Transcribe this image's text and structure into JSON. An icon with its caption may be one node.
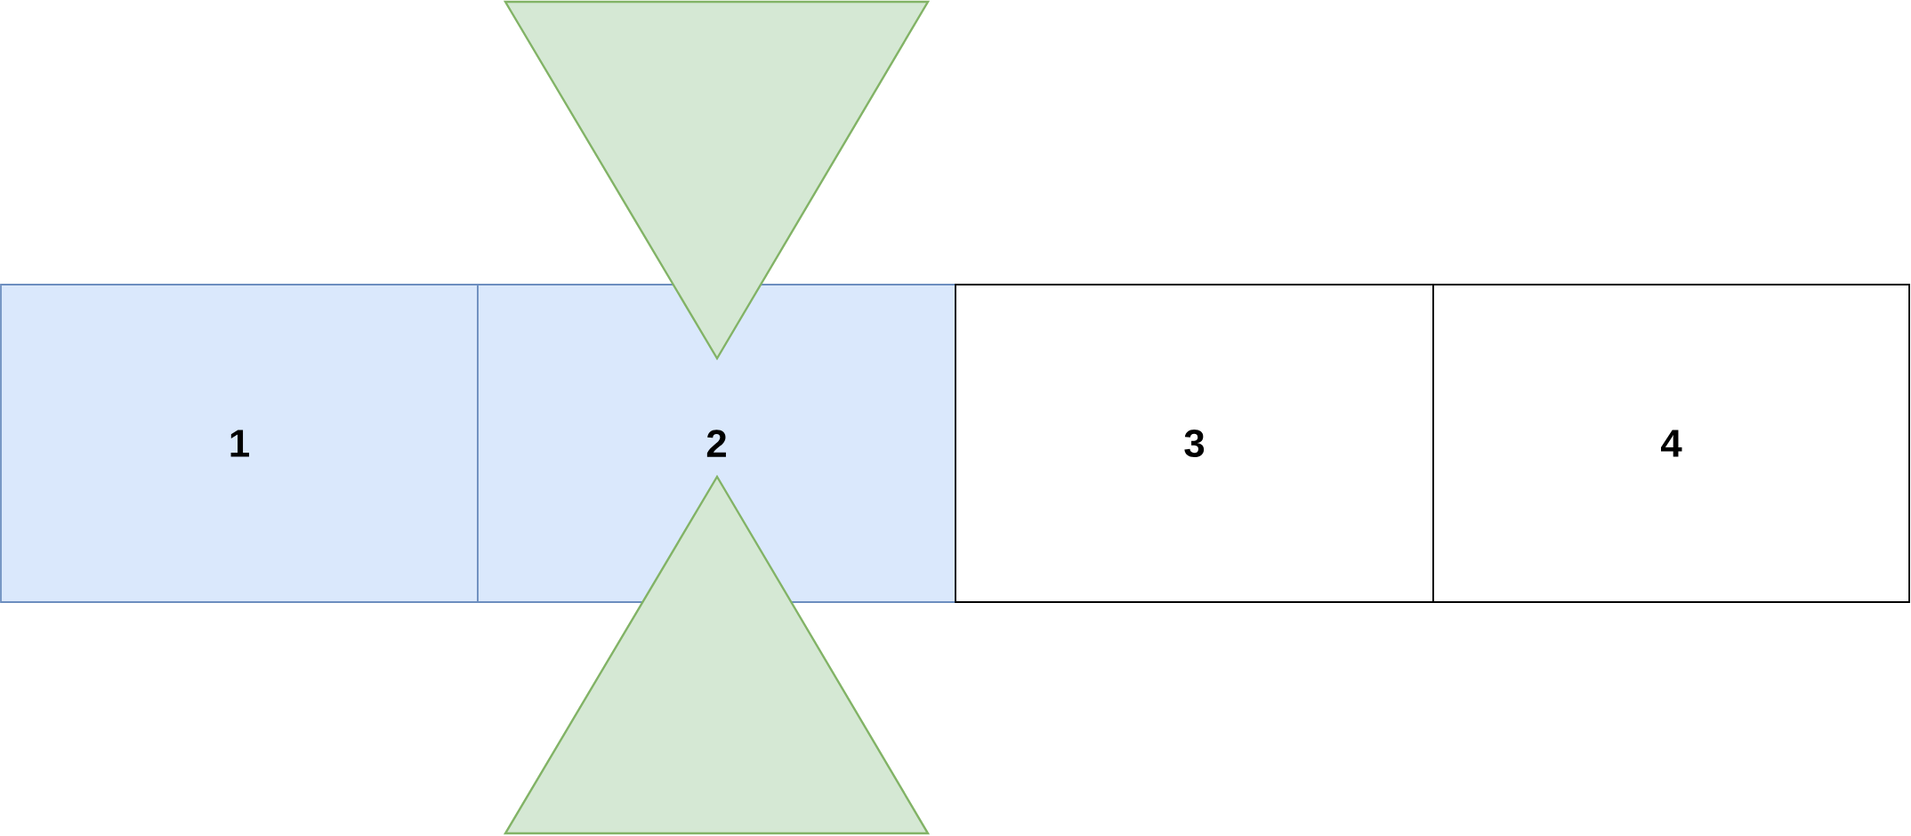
{
  "diagram": {
    "nodes": [
      {
        "text": [
          "1"
        ]
      },
      {
        "text": [
          "2"
        ]
      },
      {
        "text": [
          "3"
        ]
      },
      {
        "text": [
          "4"
        ]
      },
      {
        "text": [],
        "shape": "triangle"
      },
      {
        "text": [],
        "shape": "triangle"
      }
    ]
  }
}
